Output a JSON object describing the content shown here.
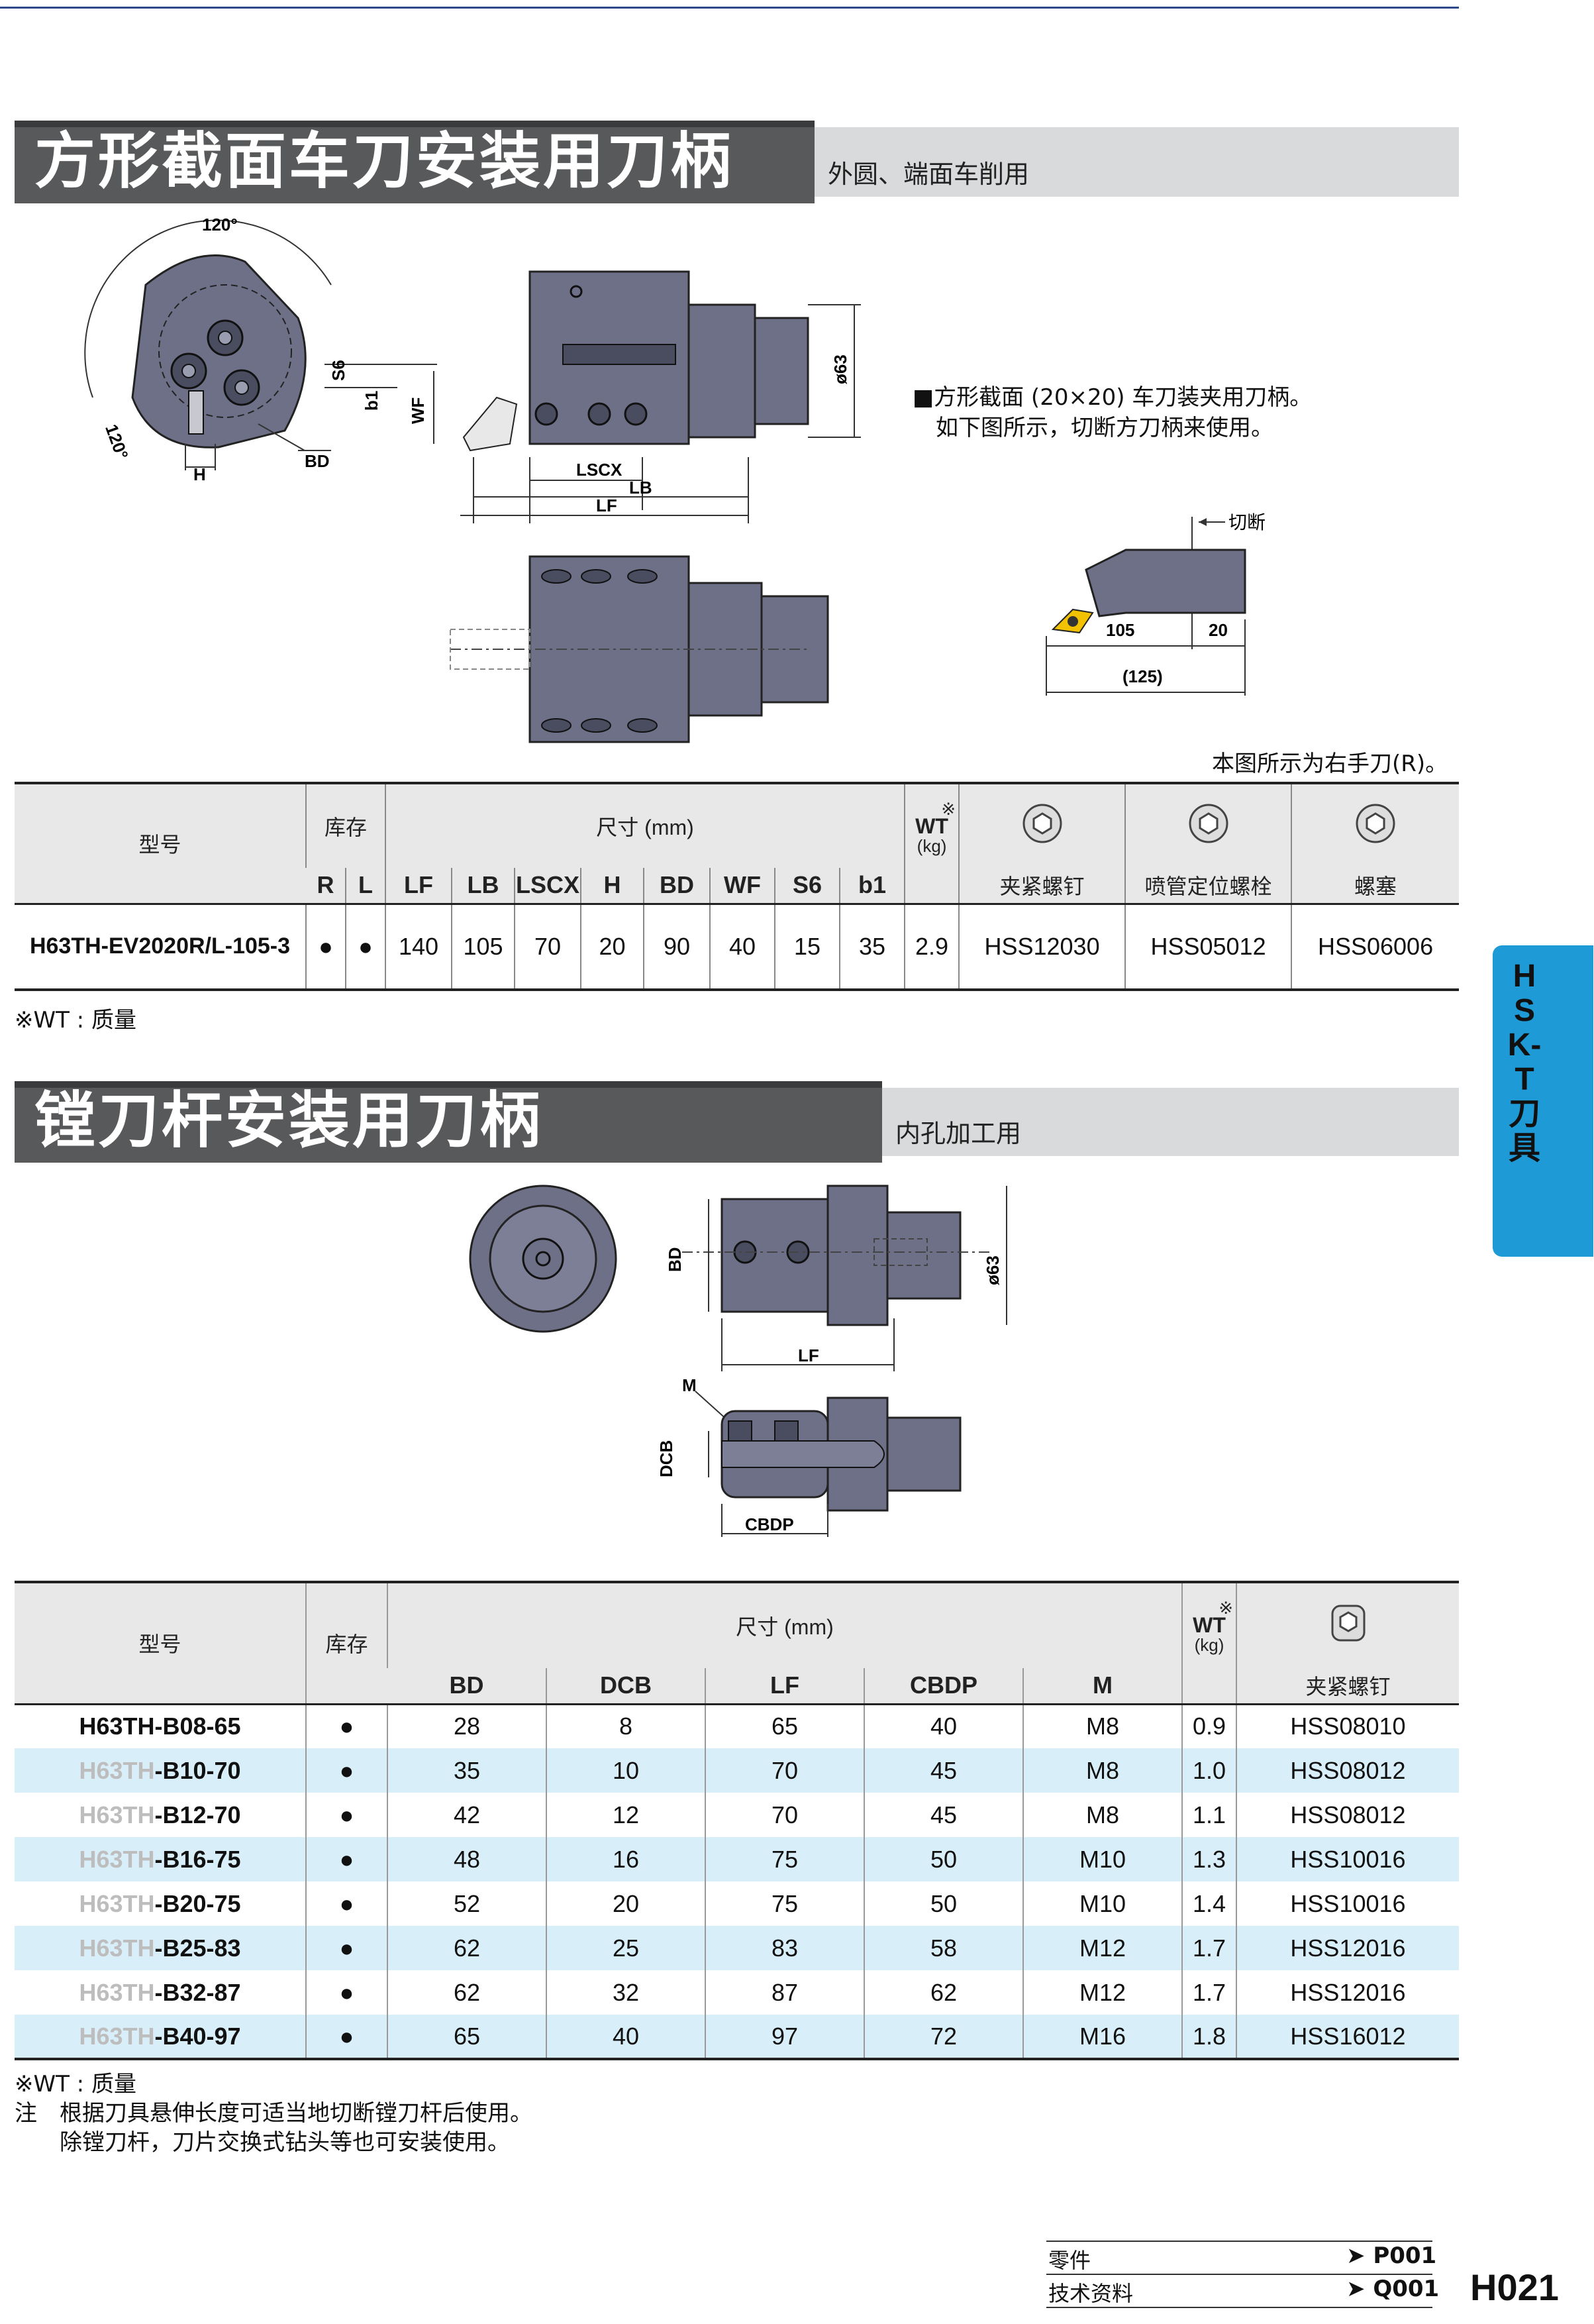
{
  "section1": {
    "title": "方形截面车刀安装用刀柄",
    "subtitle": "外圆、端面车削用",
    "note_lines": [
      "■方形截面 (20×20) 车刀装夹用刀柄。",
      "如下图所示，切断方刀柄来使用。"
    ],
    "right_hand_note": "本图所示为右手刀(R)。",
    "diagram_labels": {
      "angle_top": "120°",
      "angle_left": "120°",
      "s6": "S6",
      "b1": "b1",
      "h": "H",
      "bd": "BD",
      "wf": "WF",
      "lscx": "LSCX",
      "lb": "LB",
      "lf": "LF",
      "dia": "ø63",
      "cut": "切断",
      "dim_105": "105",
      "dim_20": "20",
      "dim_125": "(125)"
    },
    "table": {
      "header_model": "型号",
      "header_stock": "库存",
      "header_dims": "尺寸 (mm)",
      "header_wt": "WT",
      "header_wt_mark": "※",
      "header_wt_unit": "(kg)",
      "stock_cols": [
        "R",
        "L"
      ],
      "dim_cols": [
        "LF",
        "LB",
        "LSCX",
        "H",
        "BD",
        "WF",
        "S6",
        "b1"
      ],
      "part_cols": [
        "夹紧螺钉",
        "喷管定位螺栓",
        "螺塞"
      ],
      "rows": [
        {
          "model": "H63TH-EV2020R/L-105-3",
          "R": "●",
          "L": "●",
          "dims": [
            "140",
            "105",
            "70",
            "20",
            "90",
            "40",
            "15",
            "35"
          ],
          "wt": "2.9",
          "parts": [
            "HSS12030",
            "HSS05012",
            "HSS06006"
          ]
        }
      ]
    },
    "wt_note": "※WT : 质量"
  },
  "section2": {
    "title": "镗刀杆安装用刀柄",
    "subtitle": "内孔加工用",
    "diagram_labels": {
      "bd": "BD",
      "lf": "LF",
      "dia": "ø63",
      "m": "M",
      "dcb": "DCB",
      "cbdp": "CBDP"
    },
    "table": {
      "header_model": "型号",
      "header_stock": "库存",
      "header_dims": "尺寸 (mm)",
      "header_wt": "WT",
      "header_wt_mark": "※",
      "header_wt_unit": "(kg)",
      "dim_cols": [
        "BD",
        "DCB",
        "LF",
        "CBDP",
        "M"
      ],
      "part_col": "夹紧螺钉",
      "rows": [
        {
          "prefix": "",
          "model": "H63TH-B08-65",
          "stock": "●",
          "dims": [
            "28",
            "8",
            "65",
            "40",
            "M8"
          ],
          "wt": "0.9",
          "part": "HSS08010"
        },
        {
          "prefix": "H63TH",
          "model": "-B10-70",
          "stock": "●",
          "dims": [
            "35",
            "10",
            "70",
            "45",
            "M8"
          ],
          "wt": "1.0",
          "part": "HSS08012"
        },
        {
          "prefix": "H63TH",
          "model": "-B12-70",
          "stock": "●",
          "dims": [
            "42",
            "12",
            "70",
            "45",
            "M8"
          ],
          "wt": "1.1",
          "part": "HSS08012"
        },
        {
          "prefix": "H63TH",
          "model": "-B16-75",
          "stock": "●",
          "dims": [
            "48",
            "16",
            "75",
            "50",
            "M10"
          ],
          "wt": "1.3",
          "part": "HSS10016"
        },
        {
          "prefix": "H63TH",
          "model": "-B20-75",
          "stock": "●",
          "dims": [
            "52",
            "20",
            "75",
            "50",
            "M10"
          ],
          "wt": "1.4",
          "part": "HSS10016"
        },
        {
          "prefix": "H63TH",
          "model": "-B25-83",
          "stock": "●",
          "dims": [
            "62",
            "25",
            "83",
            "58",
            "M12"
          ],
          "wt": "1.7",
          "part": "HSS12016"
        },
        {
          "prefix": "H63TH",
          "model": "-B32-87",
          "stock": "●",
          "dims": [
            "62",
            "32",
            "87",
            "62",
            "M12"
          ],
          "wt": "1.7",
          "part": "HSS12016"
        },
        {
          "prefix": "H63TH",
          "model": "-B40-97",
          "stock": "●",
          "dims": [
            "65",
            "40",
            "97",
            "72",
            "M16"
          ],
          "wt": "1.8",
          "part": "HSS16012"
        }
      ]
    },
    "wt_note": "※WT : 质量",
    "note_prefix": "注",
    "note_lines": [
      "根据刀具悬伸长度可适当地切断镗刀杆后使用。",
      "除镗刀杆，刀片交换式钻头等也可安装使用。"
    ]
  },
  "side_tab": "HSK-T刀具",
  "footer": {
    "rows": [
      {
        "label": "零件",
        "ref": "➤ P001"
      },
      {
        "label": "技术资料",
        "ref": "➤ Q001"
      }
    ],
    "page": "H021"
  },
  "colors": {
    "header_dark": "#58595b",
    "header_light": "#d9dadb",
    "stripe": "#d8eef9",
    "tab": "#1e9bd7",
    "tool_body": "#6e7088"
  }
}
